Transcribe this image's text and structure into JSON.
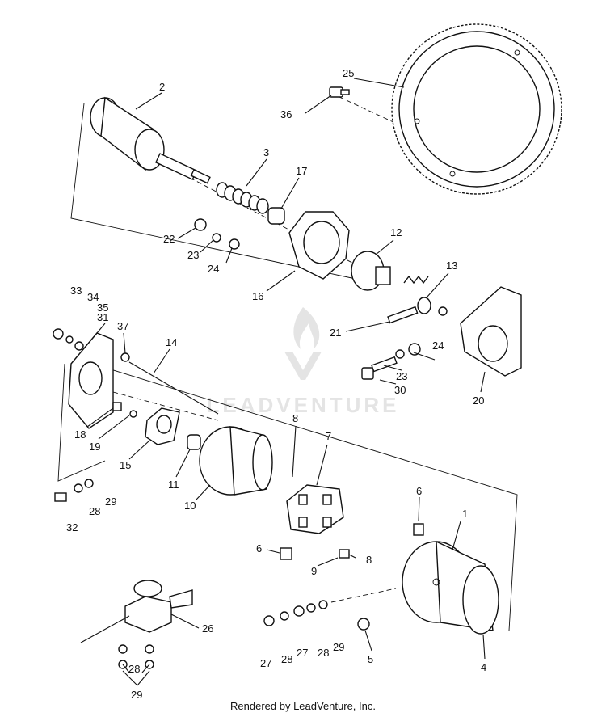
{
  "watermark": {
    "text": "LEADVENTURE"
  },
  "footer": {
    "text": "Rendered by LeadVenture, Inc."
  },
  "callouts": {
    "c1": "1",
    "c2": "2",
    "c3": "3",
    "c4": "4",
    "c5": "5",
    "c6a": "6",
    "c6b": "6",
    "c7": "7",
    "c8a": "8",
    "c8b": "8",
    "c9": "9",
    "c10": "10",
    "c11": "11",
    "c12": "12",
    "c13": "13",
    "c14": "14",
    "c15": "15",
    "c16": "16",
    "c17": "17",
    "c18": "18",
    "c19": "19",
    "c20": "20",
    "c21": "21",
    "c22": "22",
    "c23a": "23",
    "c23b": "23",
    "c24a": "24",
    "c24b": "24",
    "c25": "25",
    "c26": "26",
    "c27a": "27",
    "c27b": "27",
    "c28a": "28",
    "c28b": "28",
    "c28c": "28",
    "c29a": "29",
    "c29b": "29",
    "c29c": "29",
    "c30": "30",
    "c31": "31",
    "c32": "32",
    "c33": "33",
    "c34": "34",
    "c35": "35",
    "c36": "36",
    "c37": "37"
  },
  "colors": {
    "ink": "#111111",
    "background": "#ffffff",
    "watermark": "#e4e4e4"
  }
}
